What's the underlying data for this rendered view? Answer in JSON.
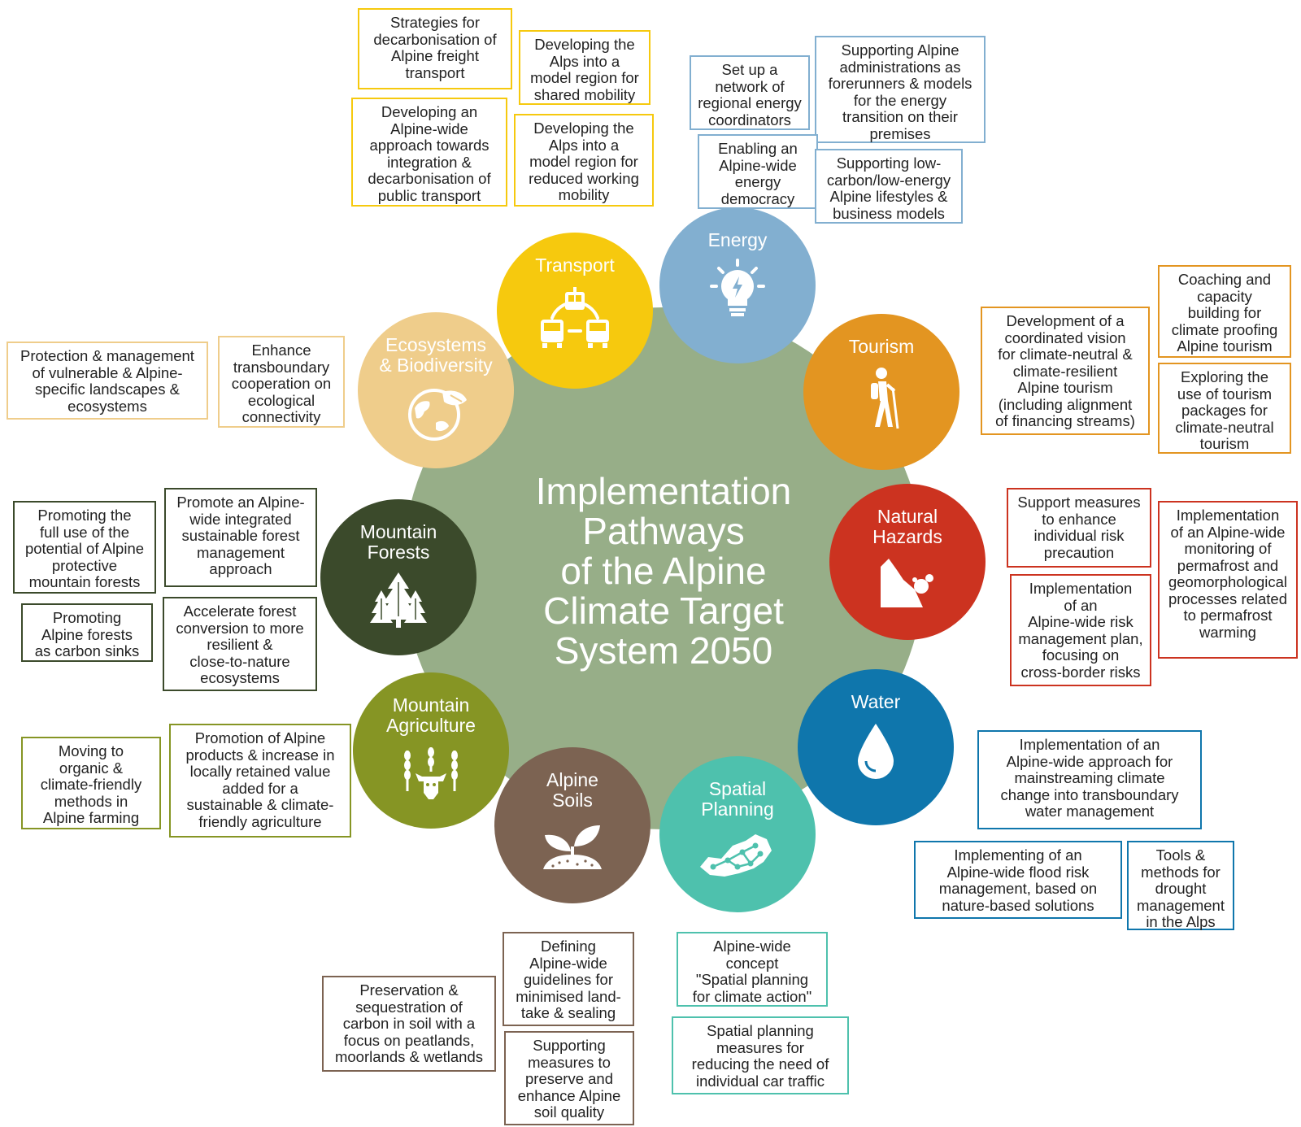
{
  "center_title": "Implementation\nPathways\nof the Alpine\nClimate Target\nSystem 2050",
  "colors": {
    "center": "#97ae88",
    "transport": "#f6c90e",
    "energy": "#82afd0",
    "tourism": "#e39521",
    "natural_hazards": "#cc3320",
    "water": "#0f76ac",
    "spatial_planning": "#4ec1ad",
    "alpine_soils": "#7c6352",
    "mountain_agriculture": "#869524",
    "mountain_forests": "#3b4a2b",
    "ecosystems_biodiversity": "#efcd8b"
  },
  "themes": {
    "transport": {
      "label": "Transport",
      "icon": "cable-car-bus-train-icon",
      "boxes": [
        "Strategies for\ndecarbonisation of\nAlpine freight\ntransport",
        "Developing the\nAlps into a\nmodel region for\nshared mobility",
        "Developing an\nAlpine-wide\napproach towards\nintegration &\ndecarbonisation of\npublic transport",
        "Developing the\nAlps into a\nmodel region for\nreduced working\nmobility"
      ]
    },
    "energy": {
      "label": "Energy",
      "icon": "lightbulb-icon",
      "boxes": [
        "Set up a\nnetwork of\nregional energy\ncoordinators",
        "Supporting Alpine\nadministrations as\nforerunners & models\nfor the energy\ntransition on their\npremises",
        "Enabling an\nAlpine-wide\nenergy\ndemocracy",
        "Supporting low-\ncarbon/low-energy\nAlpine lifestyles &\nbusiness models"
      ]
    },
    "tourism": {
      "label": "Tourism",
      "icon": "hiker-icon",
      "boxes": [
        "Development of a\ncoordinated vision\nfor climate-neutral &\nclimate-resilient\nAlpine tourism\n(including alignment\nof financing streams)",
        "Coaching and\ncapacity\nbuilding for\nclimate proofing\nAlpine tourism",
        "Exploring the\nuse of tourism\npackages for\nclimate-neutral\ntourism"
      ]
    },
    "natural_hazards": {
      "label": "Natural\nHazards",
      "icon": "rockfall-icon",
      "boxes": [
        "Support measures\nto enhance\nindividual risk\nprecaution",
        "Implementation\nof an\nAlpine-wide risk\nmanagement plan,\nfocusing on\ncross-border risks",
        "Implementation\nof an Alpine-wide\nmonitoring of\npermafrost and\ngeomorphological\nprocesses related\nto permafrost\nwarming"
      ]
    },
    "water": {
      "label": "Water",
      "icon": "water-drop-icon",
      "boxes": [
        "Implementation of an\nAlpine-wide approach for\nmainstreaming climate\nchange into transboundary\nwater management",
        "Implementing of an\nAlpine-wide flood risk\nmanagement, based on\nnature-based solutions",
        "Tools &\nmethods for\ndrought\nmanagement\nin the Alps"
      ]
    },
    "spatial_planning": {
      "label": "Spatial\nPlanning",
      "icon": "network-map-icon",
      "boxes": [
        "Alpine-wide\nconcept\n\"Spatial planning\nfor climate action\"",
        "Spatial planning\nmeasures for\nreducing the need of\nindividual car traffic"
      ]
    },
    "alpine_soils": {
      "label": "Alpine\nSoils",
      "icon": "sprout-soil-icon",
      "boxes": [
        "Defining\nAlpine-wide\nguidelines for\nminimised land-\ntake & sealing",
        "Preservation &\nsequestration of\ncarbon in soil with a\nfocus on peatlands,\nmoorlands & wetlands",
        "Supporting\nmeasures to\npreserve and\nenhance Alpine\nsoil quality"
      ]
    },
    "mountain_agriculture": {
      "label": "Mountain\nAgriculture",
      "icon": "wheat-cow-icon",
      "boxes": [
        "Moving to\norganic &\nclimate-friendly\nmethods in\nAlpine farming",
        "Promotion of Alpine\nproducts & increase in\nlocally retained value\nadded for a\nsustainable & climate-\nfriendly agriculture"
      ]
    },
    "mountain_forests": {
      "label": "Mountain\nForests",
      "icon": "fir-trees-icon",
      "boxes": [
        "Promoting the\nfull use of the\npotential of Alpine\nprotective\nmountain forests",
        "Promote an Alpine-\nwide integrated\nsustainable forest\nmanagement\napproach",
        "Promoting\nAlpine forests\nas carbon sinks",
        "Accelerate forest\nconversion to more\nresilient &\nclose-to-nature\necosystems"
      ]
    },
    "ecosystems_biodiversity": {
      "label": "Ecosystems\n& Biodiversity",
      "icon": "globe-leaf-icon",
      "boxes": [
        "Protection & management\nof vulnerable & Alpine-\nspecific landscapes &\necosystems",
        "Enhance\ntransboundary\ncooperation on\necological\nconnectivity"
      ]
    }
  }
}
